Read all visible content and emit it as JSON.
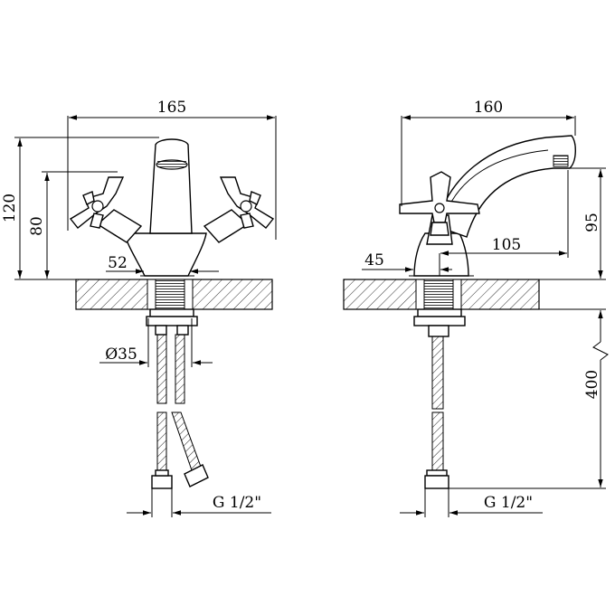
{
  "front_view": {
    "dims": {
      "width": "165",
      "height_total": "120",
      "height_handle": "80",
      "base_width": "52",
      "hole_diameter": "Ø35",
      "thread": "G 1/2\""
    }
  },
  "side_view": {
    "dims": {
      "reach": "160",
      "spout_height": "95",
      "base_offset": "45",
      "spout_reach": "105",
      "hose_length": "400",
      "thread": "G 1/2\""
    }
  }
}
